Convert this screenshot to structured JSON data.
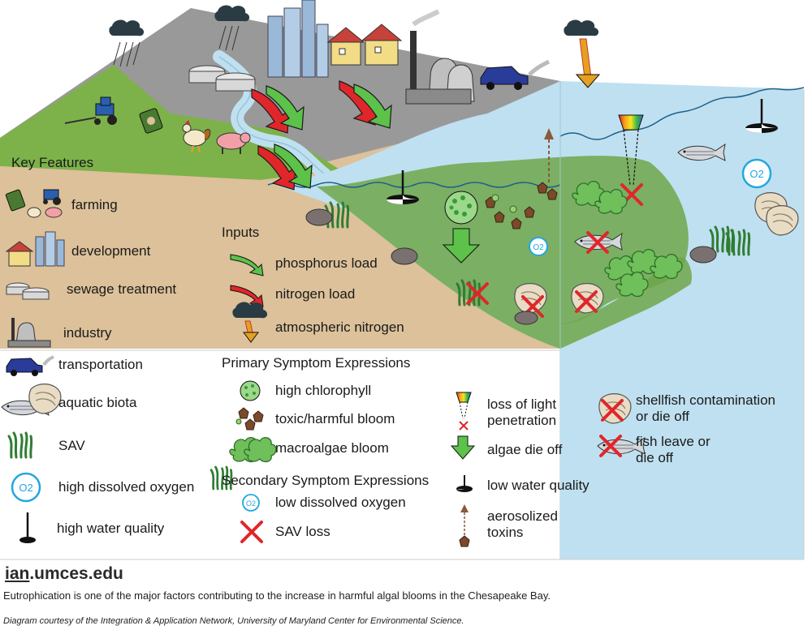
{
  "legend": {
    "key_features_title": "Key Features",
    "farming": "farming",
    "development": "development",
    "sewage_treatment": "sewage treatment",
    "industry": "industry",
    "transportation": "transportation",
    "aquatic_biota": "aquatic biota",
    "sav": "SAV",
    "high_dissolved_oxygen": "high dissolved oxygen",
    "high_water_quality": "high water quality",
    "inputs_title": "Inputs",
    "phosphorus_load": "phosphorus load",
    "nitrogen_load": "nitrogen load",
    "atmospheric_nitrogen": "atmospheric nitrogen",
    "primary_title": "Primary Symptom Expressions",
    "high_chlorophyll": "high chlorophyll",
    "toxic_bloom": "toxic/harmful bloom",
    "macroalgae_bloom": "macroalgae bloom",
    "secondary_title": "Secondary Symptom Expressions",
    "low_dissolved_oxygen": "low dissolved oxygen",
    "sav_loss": "SAV loss",
    "loss_light_1": "loss of light",
    "loss_light_2": "penetration",
    "algae_die_off": "algae die off",
    "low_water_quality": "low water quality",
    "aerosolized_1": "aerosolized",
    "aerosolized_2": "toxins",
    "shellfish_1": "shellfish contamination",
    "shellfish_2": "or die off",
    "fish_leave_1": "fish leave or",
    "fish_leave_2": "die off",
    "o2": "O2"
  },
  "footer": {
    "logo_part1": "ian",
    "logo_part2": ".umces.edu",
    "caption": "Eutrophication is one of the major factors contributing to the increase in harmful algal blooms in the Chesapeake Bay.",
    "credit": "Diagram courtesy of the Integration & Application Network, University of Maryland Center for Environmental Science."
  },
  "colors": {
    "water": "#bfe0f0",
    "water_green": "#6fa64a",
    "land_green": "#7db24a",
    "sediment": "#dcc19a",
    "industry_gray": "#9a9a9a",
    "phosphorus_arrow": "#5cc24a",
    "nitrogen_arrow": "#e0262a",
    "o2_ring": "#22a7df",
    "loss_cross": "#e0262a"
  },
  "icons": [
    "cloud-icon",
    "tractor-icon",
    "fertilizer-bag-icon",
    "rooster-icon",
    "pig-icon",
    "skyscraper-icon",
    "house-icon",
    "sewage-tank-icon",
    "factory-icon",
    "car-icon",
    "fish-icon",
    "oyster-icon",
    "sav-grass-icon",
    "o2-icon",
    "secchi-disk-icon",
    "chlorophyll-icon",
    "toxic-bloom-icon",
    "macroalgae-icon",
    "light-spectrum-icon",
    "aerosol-arrow-icon",
    "cross-icon"
  ]
}
